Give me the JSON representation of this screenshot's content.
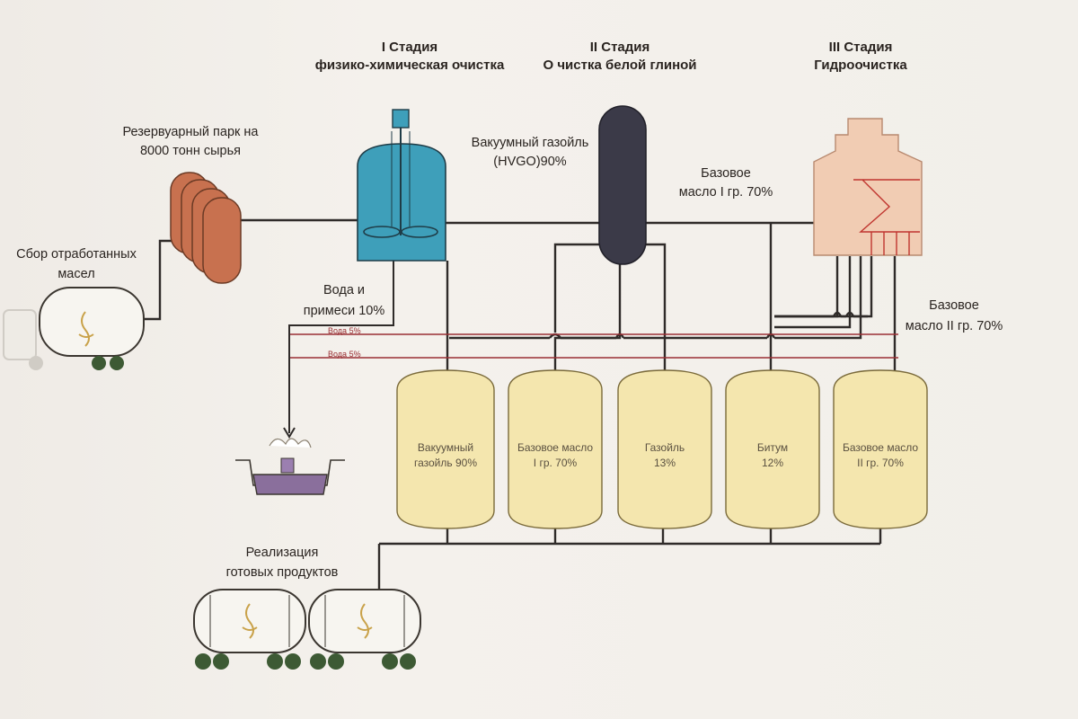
{
  "stages": [
    {
      "title": "I Стадия",
      "subtitle": "физико-химическая очистка"
    },
    {
      "title": "II Стадия",
      "subtitle": "О чистка белой глиной"
    },
    {
      "title": "III Стадия",
      "subtitle": "Гидроочистка"
    }
  ],
  "labels": {
    "tank_park_1": "Резервуарный парк на",
    "tank_park_2": "8000 тонн сырья",
    "collection_1": "Сбор отработанных",
    "collection_2": "масел",
    "water_1": "Вода и",
    "water_2": "примеси 10%",
    "water_5a": "Вода 5%",
    "water_5b": "Вода 5%",
    "hvgo_1": "Вакуумный газойль",
    "hvgo_2": "(HVGO)90%",
    "base1_1": "Базовое",
    "base1_2": "масло I гр. 70%",
    "base2_1": "Базовое",
    "base2_2": "масло II гр. 70%",
    "sales_1": "Реализация",
    "sales_2": "готовых продуктов"
  },
  "storage_tanks": [
    {
      "line1": "Вакуумный",
      "line2": "газойль 90%"
    },
    {
      "line1": "Базовое масло",
      "line2": "I гр. 70%"
    },
    {
      "line1": "Газойль",
      "line2": "13%"
    },
    {
      "line1": "Битум",
      "line2": "12%"
    },
    {
      "line1": "Базовое масло",
      "line2": "II гр. 70%"
    }
  ],
  "colors": {
    "pipe": "#2f2b29",
    "water_pipe": "#9a2f34",
    "tank_park": "#c8714f",
    "reactor": "#3e9fba",
    "column": "#3b3a48",
    "hydro": "#f1ccb3",
    "storage": "#f4e6ae",
    "wagon": "#f7f5f0",
    "wheel": "#3d5a34"
  }
}
